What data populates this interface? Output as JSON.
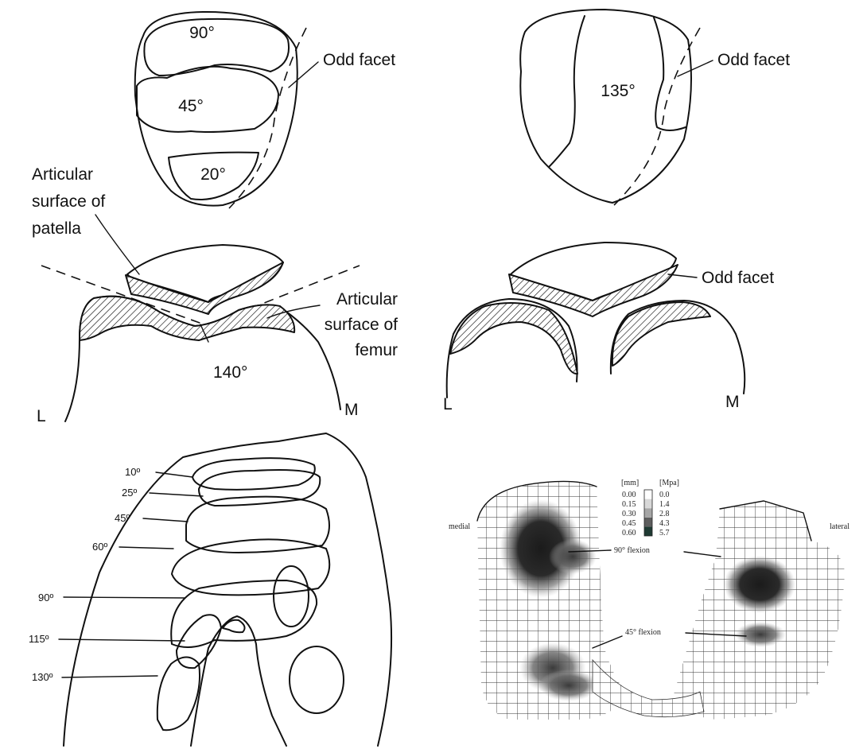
{
  "panel_a": {
    "angle_90": "90°",
    "angle_45": "45°",
    "angle_20": "20°",
    "odd_facet": "Odd facet"
  },
  "panel_b": {
    "angle_135": "135°",
    "odd_facet": "Odd facet"
  },
  "panel_c": {
    "patella_line1": "Articular",
    "patella_line2": "surface of",
    "patella_line3": "patella",
    "femur_line1": "Articular",
    "femur_line2": "surface of",
    "femur_line3": "femur",
    "angle_140": "140°",
    "lateral": "L",
    "medial": "M"
  },
  "panel_d": {
    "odd_facet": "Odd facet",
    "lateral": "L",
    "medial": "M"
  },
  "panel_e": {
    "angles": [
      "10º",
      "25º",
      "45º",
      "60º",
      "90º",
      "115º",
      "130º"
    ]
  },
  "panel_f": {
    "medial": "medial",
    "lateral": "lateral",
    "unit_mm": "[mm]",
    "unit_mpa": "[Mpa]",
    "legend_mm": [
      "0.00",
      "0.15",
      "0.30",
      "0.45",
      "0.60"
    ],
    "legend_mpa": [
      "0.0",
      "1.4",
      "2.8",
      "4.3",
      "5.7"
    ],
    "label_90": "90° flexion",
    "label_45": "45° flexion",
    "legend_colors": [
      "#ffffff",
      "#d8d8d8",
      "#a6a6a6",
      "#5e5e5e",
      "#1f3a33"
    ]
  }
}
